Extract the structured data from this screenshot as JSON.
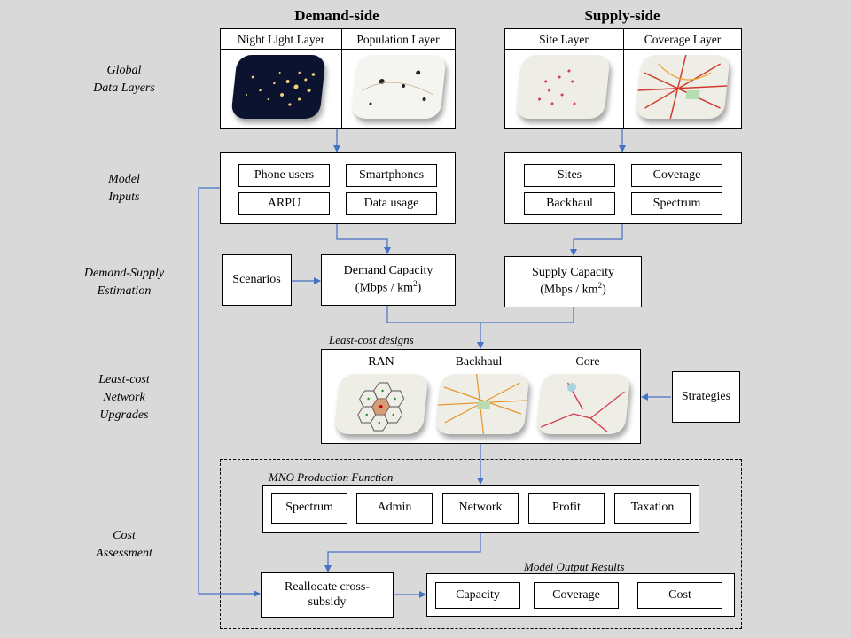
{
  "headers": {
    "demand": "Demand-side",
    "supply": "Supply-side"
  },
  "side_labels": {
    "global": "Global\nData Layers",
    "inputs": "Model\nInputs",
    "estimation": "Demand-Supply\nEstimation",
    "upgrades": "Least-cost\nNetwork\nUpgrades",
    "cost": "Cost\nAssessment"
  },
  "layers": {
    "night_light": "Night Light Layer",
    "population": "Population Layer",
    "site": "Site Layer",
    "coverage": "Coverage Layer"
  },
  "demand_inputs": [
    "Phone users",
    "Smartphones",
    "ARPU",
    "Data usage"
  ],
  "supply_inputs": [
    "Sites",
    "Coverage",
    "Backhaul",
    "Spectrum"
  ],
  "estimation": {
    "scenarios": "Scenarios",
    "demand_capacity": "Demand Capacity",
    "supply_capacity": "Supply Capacity",
    "unit_prefix": "(Mbps / km",
    "unit_sup": "2",
    "unit_suffix": ")"
  },
  "designs": {
    "title": "Least-cost designs",
    "ran": "RAN",
    "backhaul": "Backhaul",
    "core": "Core",
    "strategies": "Strategies"
  },
  "production": {
    "title": "MNO Production Function",
    "items": [
      "Spectrum",
      "Admin",
      "Network",
      "Profit",
      "Taxation"
    ]
  },
  "reallocate": "Reallocate cross-subsidy",
  "results": {
    "title": "Model Output Results",
    "items": [
      "Capacity",
      "Coverage",
      "Cost"
    ]
  },
  "colors": {
    "arrow": "#4472c4",
    "night_bg": "#0b1330",
    "map_bg": "#eeede6"
  }
}
